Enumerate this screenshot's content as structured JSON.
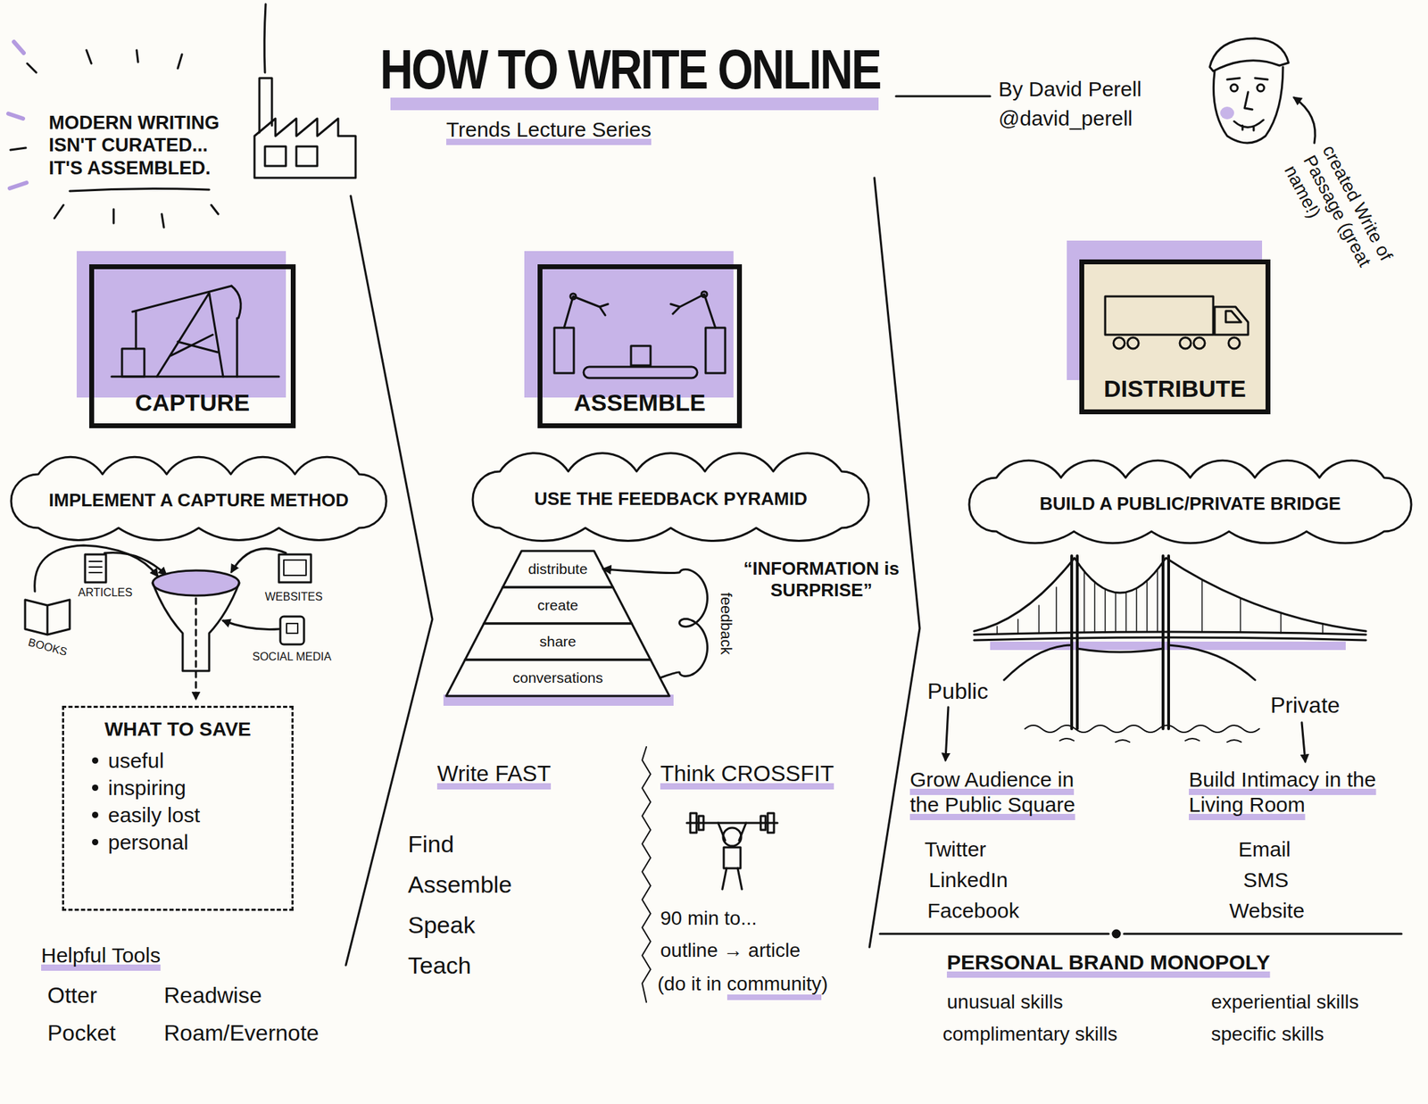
{
  "diagram": {
    "title": "HOW TO WRITE ONLINE",
    "nodes": [
      {
        "text": [
          "CAPTURE"
        ]
      },
      {
        "text": [
          "ASSEMBLE"
        ]
      },
      {
        "text": [
          "DISTRIBUTE"
        ]
      },
      {
        "text": [
          "IMPLEMENT A CAPTURE METHOD"
        ]
      },
      {
        "text": [
          "USE THE FEEDBACK PYRAMID"
        ]
      },
      {
        "text": [
          "BUILD A PUBLIC/PRIVATE BRIDGE"
        ]
      },
      {
        "text": [
          "WHAT TO SAVE",
          "useful",
          "inspiring",
          "easily lost",
          "personal"
        ]
      },
      {
        "text": [
          "distribute"
        ]
      },
      {
        "text": [
          "create"
        ]
      },
      {
        "text": [
          "share"
        ]
      },
      {
        "text": [
          "conversations"
        ]
      }
    ],
    "edges": [
      {
        "from": 10,
        "to": 7,
        "arrow": "to",
        "label": "feedback"
      }
    ],
    "labels": [
      "Trends Lecture Series",
      "By David Perell",
      "@david_perell",
      "created Write of Passage (great name!)",
      "MODERN WRITING ISN'T CURATED... IT'S ASSEMBLED.",
      "ARTICLES",
      "WEBSITES",
      "BOOKS",
      "SOCIAL MEDIA",
      "Helpful Tools",
      "Otter",
      "Readwise",
      "Pocket",
      "Roam/Evernote",
      "“INFORMATION is SURPRISE”",
      "Write FAST",
      "Find",
      "Assemble",
      "Speak",
      "Teach",
      "Think CROSSFIT",
      "90 min to...",
      "outline → article",
      "(do it in community)",
      "Public",
      "Private",
      "Grow Audience in the Public Square",
      "Twitter",
      "LinkedIn",
      "Facebook",
      "Build Intimacy in the Living Room",
      "Email",
      "SMS",
      "Website",
      "PERSONAL BRAND MONOPOLY",
      "unusual skills",
      "experiential skills",
      "complimentary skills",
      "specific skills"
    ]
  }
}
